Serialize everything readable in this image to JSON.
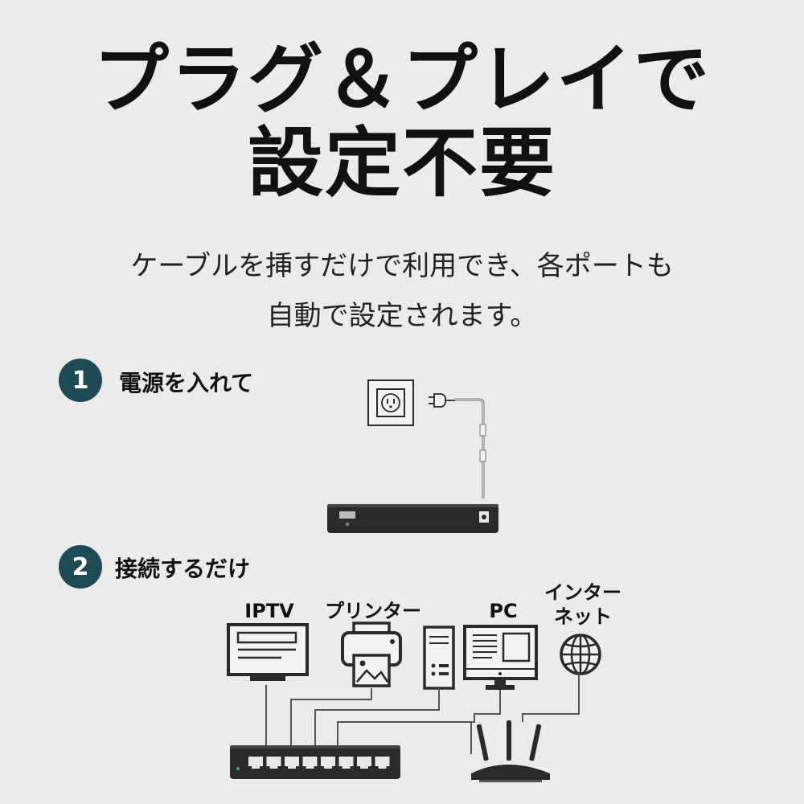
{
  "title": {
    "line1": "プラグ＆プレイで",
    "line2": "設定不要"
  },
  "subtitle": {
    "line1": "ケーブルを挿すだけで利用でき、各ポートも",
    "line2": "自動で設定されます。"
  },
  "steps": [
    {
      "number": "1",
      "label": "電源を入れて"
    },
    {
      "number": "2",
      "label": "接続するだけ"
    }
  ],
  "devices": {
    "iptv": "IPTV",
    "printer": "プリンター",
    "pc": "PC",
    "internet_line1": "インター",
    "internet_line2": "ネット"
  },
  "colors": {
    "background": "#ebebeb",
    "badge": "#1e4a55",
    "device": "#2a2a2a",
    "line": "#555555"
  }
}
